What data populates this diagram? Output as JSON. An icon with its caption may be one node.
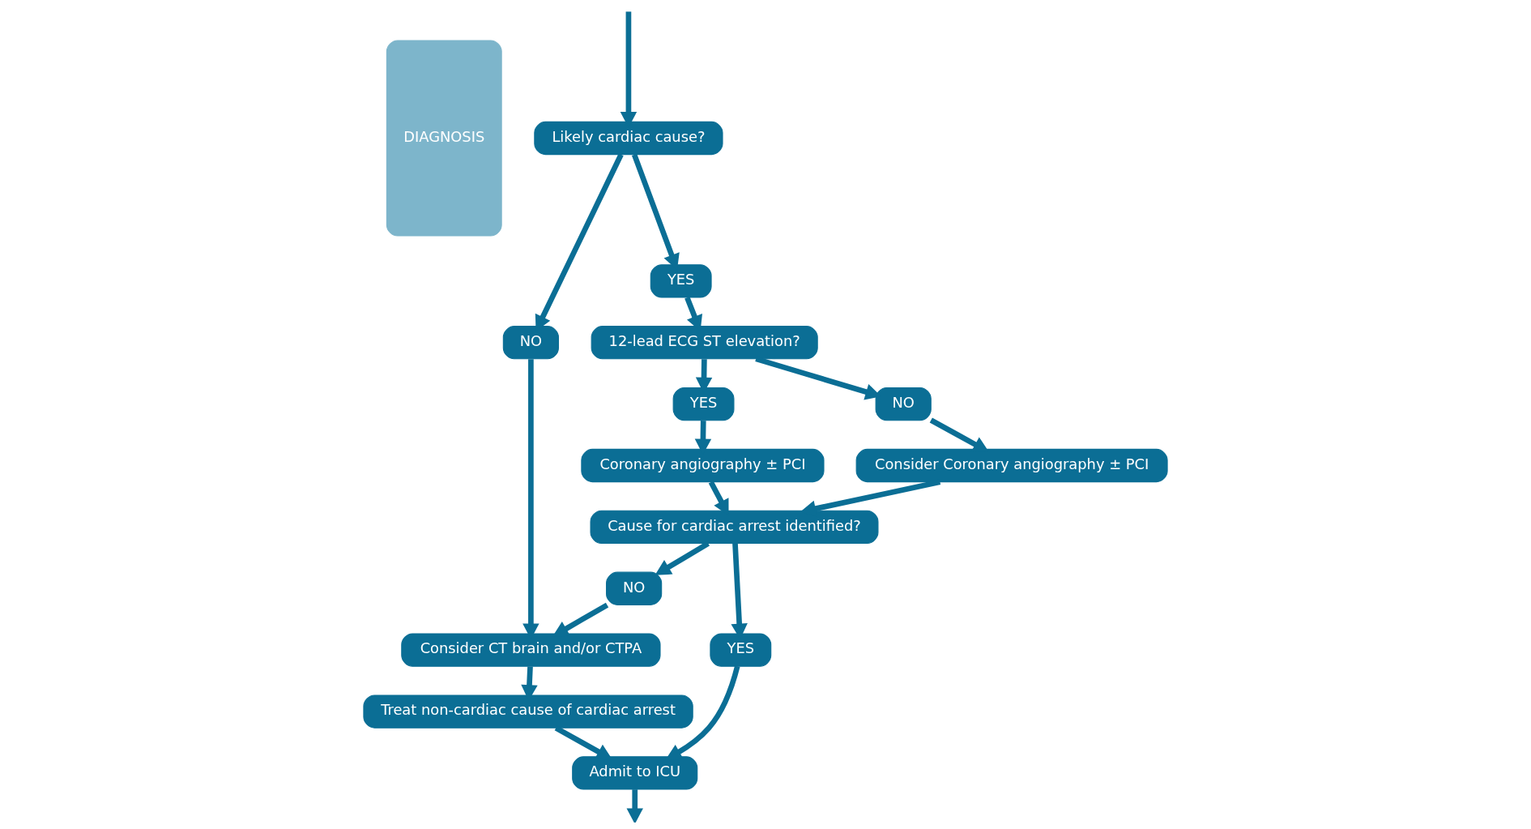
{
  "diagram": {
    "nodes": [
      {
        "text": [
          "DIAGNOSIS"
        ]
      },
      {
        "text": [
          "Likely cardiac cause?"
        ]
      },
      {
        "text": [
          "NO"
        ]
      },
      {
        "text": [
          "YES"
        ]
      },
      {
        "text": [
          "12-lead ECG ST elevation?"
        ]
      },
      {
        "text": [
          "YES"
        ]
      },
      {
        "text": [
          "NO"
        ]
      },
      {
        "text": [
          "Coronary angiography ± PCI"
        ]
      },
      {
        "text": [
          "Consider Coronary angiography ± PCI"
        ]
      },
      {
        "text": [
          "Cause for cardiac arrest identified?"
        ]
      },
      {
        "text": [
          "NO"
        ]
      },
      {
        "text": [
          "Consider CT brain and/or CTPA"
        ]
      },
      {
        "text": [
          "YES"
        ]
      },
      {
        "text": [
          "Treat non-cardiac cause of cardiac arrest"
        ]
      },
      {
        "text": [
          "Admit to ICU"
        ]
      }
    ],
    "edges": [
      {
        "from": null,
        "to": 1,
        "arrow": "to"
      },
      {
        "from": 1,
        "to": 2,
        "arrow": "to"
      },
      {
        "from": 1,
        "to": 3,
        "arrow": "to"
      },
      {
        "from": 3,
        "to": 4,
        "arrow": "to"
      },
      {
        "from": 4,
        "to": 5,
        "arrow": "to"
      },
      {
        "from": 4,
        "to": 6,
        "arrow": "to"
      },
      {
        "from": 5,
        "to": 7,
        "arrow": "to"
      },
      {
        "from": 6,
        "to": 8,
        "arrow": "to"
      },
      {
        "from": 7,
        "to": 9,
        "arrow": "to"
      },
      {
        "from": 8,
        "to": 9,
        "arrow": "to"
      },
      {
        "from": 9,
        "to": 10,
        "arrow": "to"
      },
      {
        "from": 10,
        "to": 11,
        "arrow": "to"
      },
      {
        "from": 2,
        "to": 11,
        "arrow": "to"
      },
      {
        "from": 9,
        "to": 12,
        "arrow": "to"
      },
      {
        "from": 11,
        "to": 13,
        "arrow": "to"
      },
      {
        "from": 12,
        "to": 14,
        "arrow": "to"
      },
      {
        "from": 13,
        "to": 14,
        "arrow": "to"
      },
      {
        "from": 14,
        "to": null,
        "arrow": "to"
      }
    ]
  }
}
